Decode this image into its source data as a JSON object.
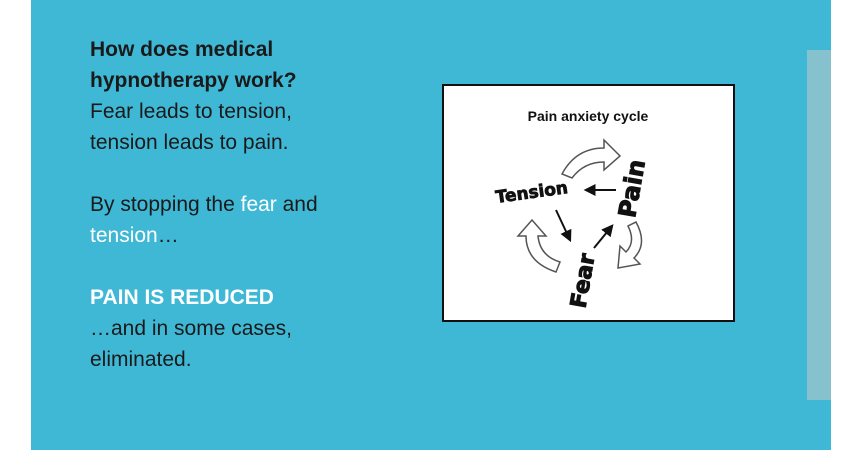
{
  "slide": {
    "heading_line1": "How does medical",
    "heading_line2": "hypnotherapy work?",
    "line1": "Fear leads to tension,",
    "line2": "tension leads to pain.",
    "line3_a": "By stopping the ",
    "line3_fear": "fear",
    "line3_b": " and",
    "line4_tension": "tension",
    "line4_rest": "…",
    "pain_reduced": "PAIN IS REDUCED",
    "line5": "…and in some cases,",
    "line6": "eliminated."
  },
  "figure": {
    "title": "Pain anxiety cycle",
    "tension": "Tension",
    "pain": "Pain",
    "fear": "Fear"
  },
  "colors": {
    "slide_background": "#3fb8d6",
    "side_bar": "#86c2ce",
    "highlight_text": "#ffffff"
  }
}
